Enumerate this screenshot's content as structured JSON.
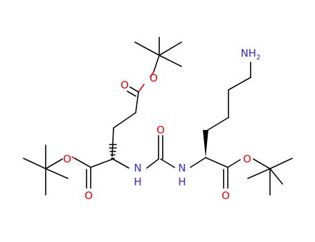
{
  "labels": {
    "nh2": "NH",
    "nh2_subscript": "2",
    "nh_left": "N",
    "nh_left_h": "H",
    "nh_right": "N",
    "nh_right_h": "H",
    "o_urea": "O",
    "o_ester_top": "O",
    "o_carbonyl_top": "O",
    "o_ester_left": "O",
    "o_carbonyl_left": "O",
    "o_ester_right": "O",
    "o_carbonyl_right": "O"
  },
  "colors": {
    "bond": "#000000",
    "oxygen": "#e8000b",
    "nitrogen": "#2d2dc8"
  }
}
